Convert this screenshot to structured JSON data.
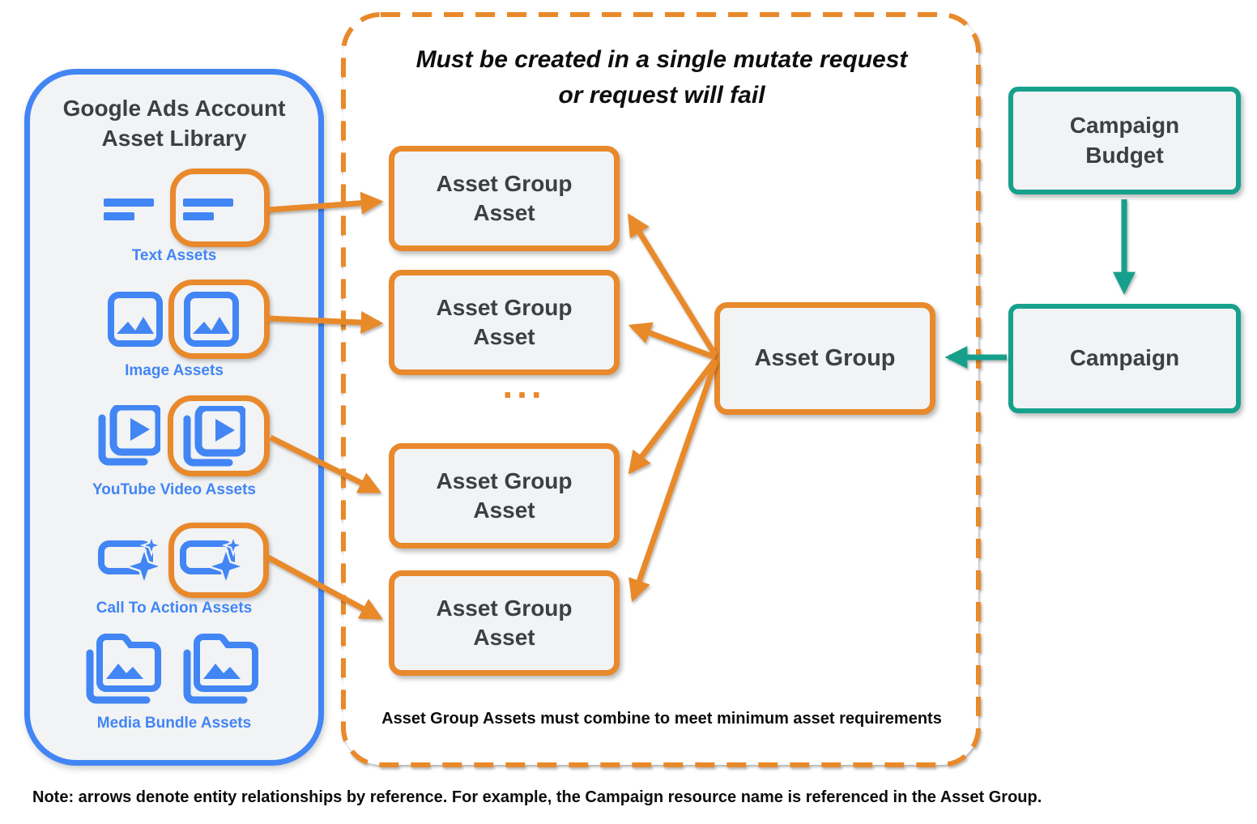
{
  "colors": {
    "blue": "#4285F4",
    "orange": "#E8892C",
    "teal": "#17A08C",
    "panel_fill": "#F1F3F4",
    "text_dark": "#3C4043",
    "text_black": "#0D0D0D"
  },
  "library": {
    "title": "Google Ads Account\nAsset Library",
    "rows": [
      {
        "icon": "text-asset-icon",
        "label": "Text Assets",
        "highlighted": true
      },
      {
        "icon": "image-asset-icon",
        "label": "Image Assets",
        "highlighted": true
      },
      {
        "icon": "youtube-video-asset-icon",
        "label": "YouTube Video  Assets",
        "highlighted": true
      },
      {
        "icon": "call-to-action-asset-icon",
        "label": "Call To Action Assets",
        "highlighted": true
      },
      {
        "icon": "media-bundle-asset-icon",
        "label": "Media Bundle  Assets",
        "highlighted": false
      }
    ]
  },
  "mutate_box": {
    "title": "Must be created in a single mutate request\nor request will fail",
    "asset_boxes": [
      "Asset Group\nAsset",
      "Asset Group\nAsset",
      "Asset Group\nAsset",
      "Asset Group\nAsset"
    ],
    "ellipsis": "...",
    "caption": "Asset Group Assets must combine to meet minimum asset requirements"
  },
  "asset_group": {
    "label": "Asset Group"
  },
  "campaign_budget": {
    "label": "Campaign\nBudget"
  },
  "campaign": {
    "label": "Campaign"
  },
  "note": "Note: arrows denote entity relationships by reference. For example, the Campaign resource name is referenced in the Asset Group."
}
